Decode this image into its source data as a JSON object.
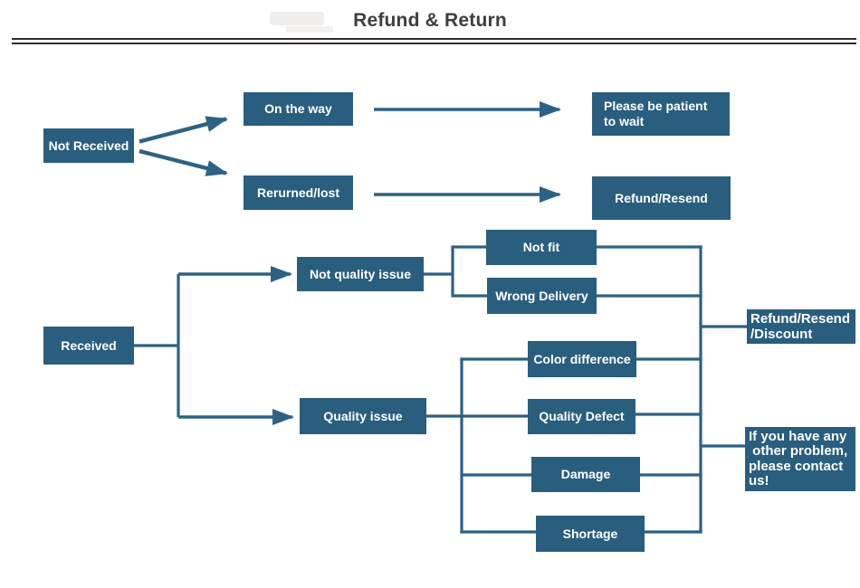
{
  "title": "Refund & Return",
  "colors": {
    "node_fill": "#295e7e",
    "node_text": "#ffffff",
    "connector": "#2d6285",
    "title_text": "#3e3e40",
    "divider": "#322d2c",
    "background": "#ffffff"
  },
  "nodes": {
    "not_received": "Not Received",
    "on_the_way": "On the way",
    "returned_lost": "Rerurned/lost",
    "please_wait": "Please be patient\nto wait",
    "refund_resend": "Refund/Resend",
    "received": "Received",
    "not_quality_issue": "Not quality issue",
    "not_fit": "Not fit",
    "wrong_delivery": "Wrong Delivery",
    "quality_issue": "Quality issue",
    "color_difference": "Color difference",
    "quality_defect": "Quality Defect",
    "damage": "Damage",
    "shortage": "Shortage",
    "refund_resend_discount": "Refund/Resend\n/Discount",
    "other_problem": "If you have any\n other problem,\nplease contact\nus!"
  },
  "edges": [
    {
      "from": "not_received",
      "to": "on_the_way",
      "style": "arrow"
    },
    {
      "from": "not_received",
      "to": "returned_lost",
      "style": "arrow"
    },
    {
      "from": "on_the_way",
      "to": "please_wait",
      "style": "arrow"
    },
    {
      "from": "returned_lost",
      "to": "refund_resend",
      "style": "arrow"
    },
    {
      "from": "received",
      "to": "not_quality_issue",
      "style": "arrow"
    },
    {
      "from": "received",
      "to": "quality_issue",
      "style": "arrow"
    },
    {
      "from": "not_quality_issue",
      "to": "not_fit",
      "style": "line"
    },
    {
      "from": "not_quality_issue",
      "to": "wrong_delivery",
      "style": "line"
    },
    {
      "from": "quality_issue",
      "to": "color_difference",
      "style": "line"
    },
    {
      "from": "quality_issue",
      "to": "quality_defect",
      "style": "line"
    },
    {
      "from": "quality_issue",
      "to": "damage",
      "style": "line"
    },
    {
      "from": "quality_issue",
      "to": "shortage",
      "style": "line"
    },
    {
      "from": "not_fit",
      "to": "right_junction",
      "style": "line"
    },
    {
      "from": "wrong_delivery",
      "to": "right_junction",
      "style": "line"
    },
    {
      "from": "color_difference",
      "to": "right_junction",
      "style": "line"
    },
    {
      "from": "quality_defect",
      "to": "right_junction",
      "style": "line"
    },
    {
      "from": "damage",
      "to": "right_junction",
      "style": "line"
    },
    {
      "from": "shortage",
      "to": "right_junction",
      "style": "line"
    },
    {
      "from": "right_junction",
      "to": "refund_resend_discount",
      "style": "line"
    },
    {
      "from": "right_junction",
      "to": "other_problem",
      "style": "line"
    }
  ]
}
